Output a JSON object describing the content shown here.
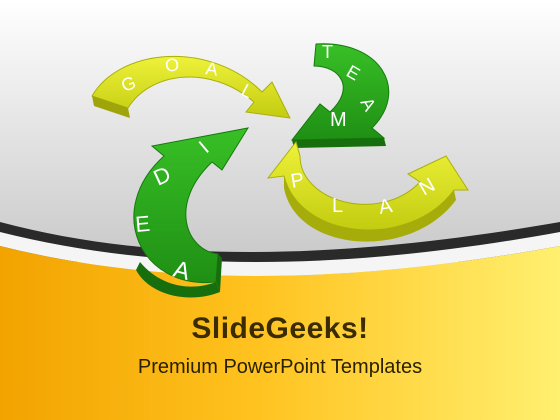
{
  "cycle": {
    "arrows": [
      {
        "word": "GOAL",
        "color": "#d9e21b"
      },
      {
        "word": "TEAM",
        "color": "#2eae1e"
      },
      {
        "word": "PLAN",
        "color": "#d9e21b"
      },
      {
        "word": "IDEA",
        "color": "#2eae1e"
      }
    ]
  },
  "brand": {
    "title": "SlideGeeks!",
    "subtitle": "Premium PowerPoint Templates"
  },
  "colors": {
    "background_top": "#ffffff",
    "background_mid": "#bdbdbd",
    "band": "#f2a900",
    "band_light": "#ffd84a",
    "yellow_arrow": "#d9e21b",
    "green_arrow": "#2eae1e"
  }
}
